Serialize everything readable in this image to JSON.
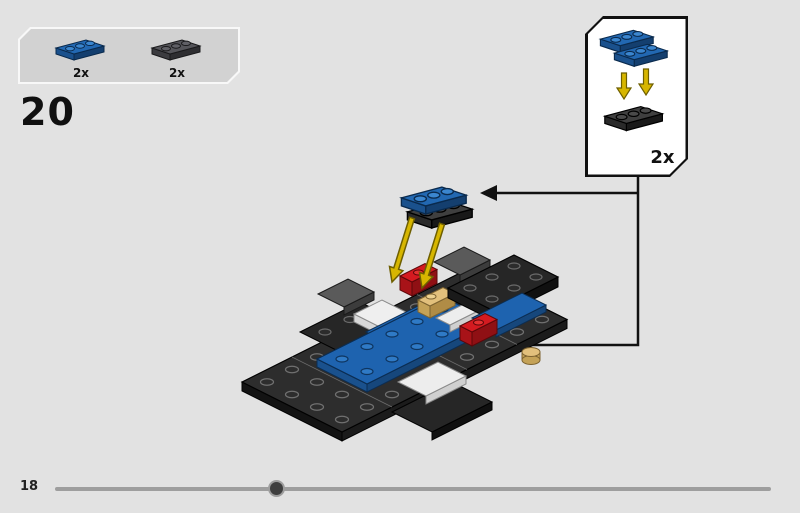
{
  "page": {
    "step_number": "20",
    "page_number": "18",
    "background_color": "#e2e2e2"
  },
  "parts_box": {
    "parts": [
      {
        "name": "blue 1x3 plate",
        "icon": "blue-plate-1x3-icon",
        "quantity": "2x"
      },
      {
        "name": "dark gray 1x3 plate",
        "icon": "dark-gray-plate-1x3-icon",
        "quantity": "2x"
      }
    ]
  },
  "subassembly_callout": {
    "quantity": "2x"
  },
  "progress_bar": {
    "position_percent": 31
  },
  "colors": {
    "lego_blue": "#1e63af",
    "lego_red": "#d41a20",
    "lego_tan": "#e2c07c",
    "lego_dark_gray": "#5a5a5a",
    "lego_black": "#2d2d2d",
    "lego_white": "#ededed",
    "arrow_olive": "#d7b600",
    "connector_black": "#111111"
  }
}
